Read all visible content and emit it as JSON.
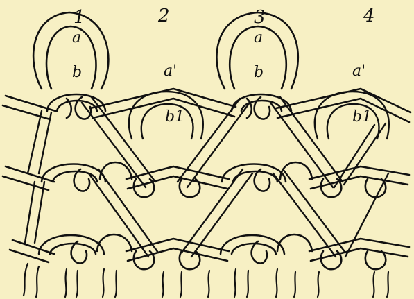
{
  "diagram": {
    "colors": {
      "background": "#f7f0c4",
      "stroke": "#111111"
    },
    "column_numbers": [
      "1",
      "2",
      "3",
      "4"
    ],
    "loop_labels": {
      "col1_top": "a",
      "col1_bottom": "b",
      "col2_upper": "a'",
      "col2_lower": "b1",
      "col3_top": "a",
      "col3_bottom": "b",
      "col4_upper": "a'",
      "col4_lower": "b1"
    }
  }
}
